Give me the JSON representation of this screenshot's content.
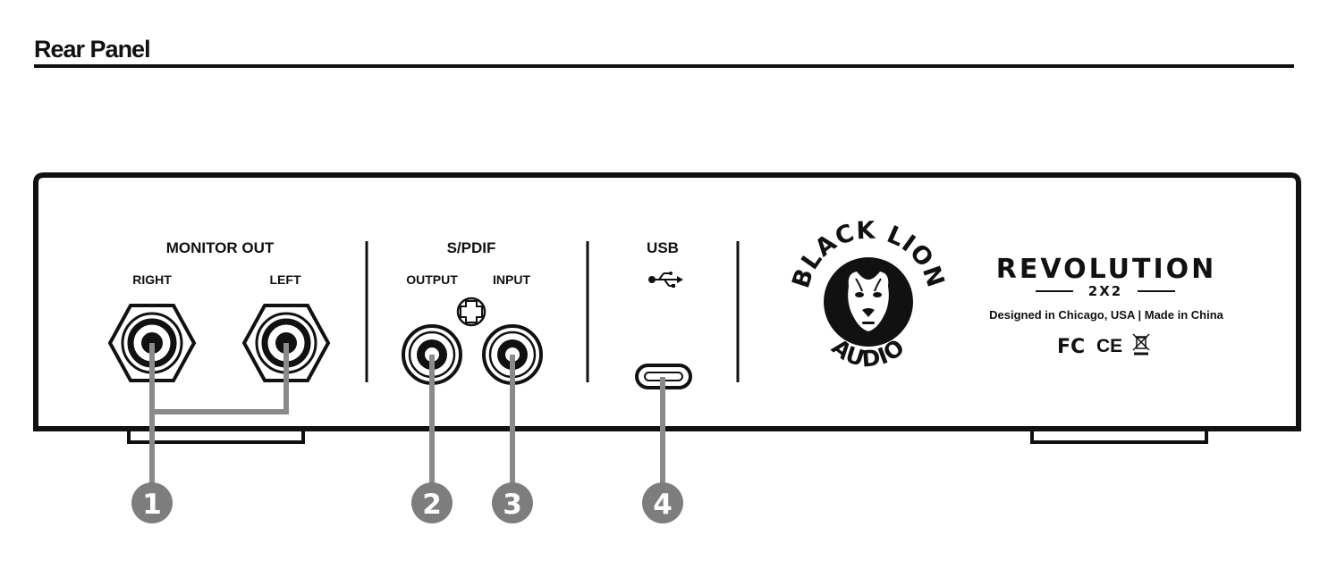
{
  "page": {
    "heading": "Rear Panel"
  },
  "monitor_out": {
    "title": "MONITOR OUT",
    "right_label": "RIGHT",
    "left_label": "LEFT"
  },
  "spdif": {
    "title": "S/PDIF",
    "output_label": "OUTPUT",
    "input_label": "INPUT"
  },
  "usb": {
    "title": "USB",
    "symbol_icon": "usb-symbol-icon"
  },
  "brand": {
    "logo_top": "BLACK LION",
    "logo_bottom": "AUDIO",
    "product_name": "REVOLUTION",
    "model": "2X2",
    "tagline": "Designed in Chicago, USA | Made in China",
    "cert_fc": "FC",
    "cert_ce": "CE",
    "cert_icons": [
      "fcc-icon",
      "ce-icon",
      "weee-bin-icon"
    ]
  },
  "callouts": [
    "1",
    "2",
    "3",
    "4"
  ],
  "colors": {
    "ink": "#111111",
    "callout_gray": "#8a8a8a",
    "badge_gray": "#7d7d7d"
  }
}
